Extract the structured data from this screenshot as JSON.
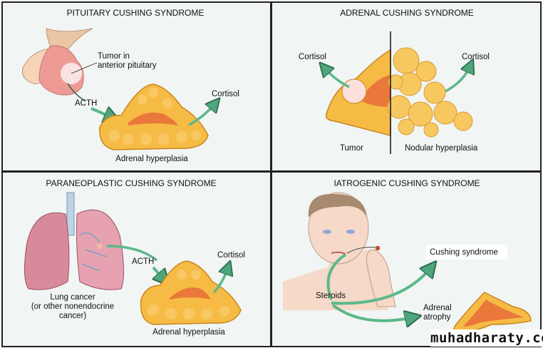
{
  "panels": {
    "pituitary": {
      "title": "PITUITARY CUSHING SYNDROME",
      "tumor_label_1": "Tumor in",
      "tumor_label_2": "anterior pituitary",
      "acth": "ACTH",
      "cortisol": "Cortisol",
      "caption": "Adrenal hyperplasia"
    },
    "adrenal": {
      "title": "ADRENAL CUSHING SYNDROME",
      "cortisol_left": "Cortisol",
      "cortisol_right": "Cortisol",
      "tumor": "Tumor",
      "nodular": "Nodular hyperplasia"
    },
    "paraneoplastic": {
      "title": "PARANEOPLASTIC CUSHING SYNDROME",
      "lung_1": "Lung cancer",
      "lung_2": "(or other nonendocrine",
      "lung_3": "cancer)",
      "acth": "ACTH",
      "cortisol": "Cortisol",
      "caption": "Adrenal hyperplasia"
    },
    "iatrogenic": {
      "title": "IATROGENIC CUSHING SYNDROME",
      "cushing": "Cushing syndrome",
      "steroids": "Steroids",
      "atrophy_1": "Adrenal",
      "atrophy_2": "atrophy"
    }
  },
  "watermark": "muhadharaty.com",
  "colors": {
    "gland": "#f6bb45",
    "gland_edge": "#c8861c",
    "cortex": "#e9783a",
    "arrow": "#5cb88a",
    "skin": "#f6d9c8",
    "lung": "#d98a9a"
  }
}
